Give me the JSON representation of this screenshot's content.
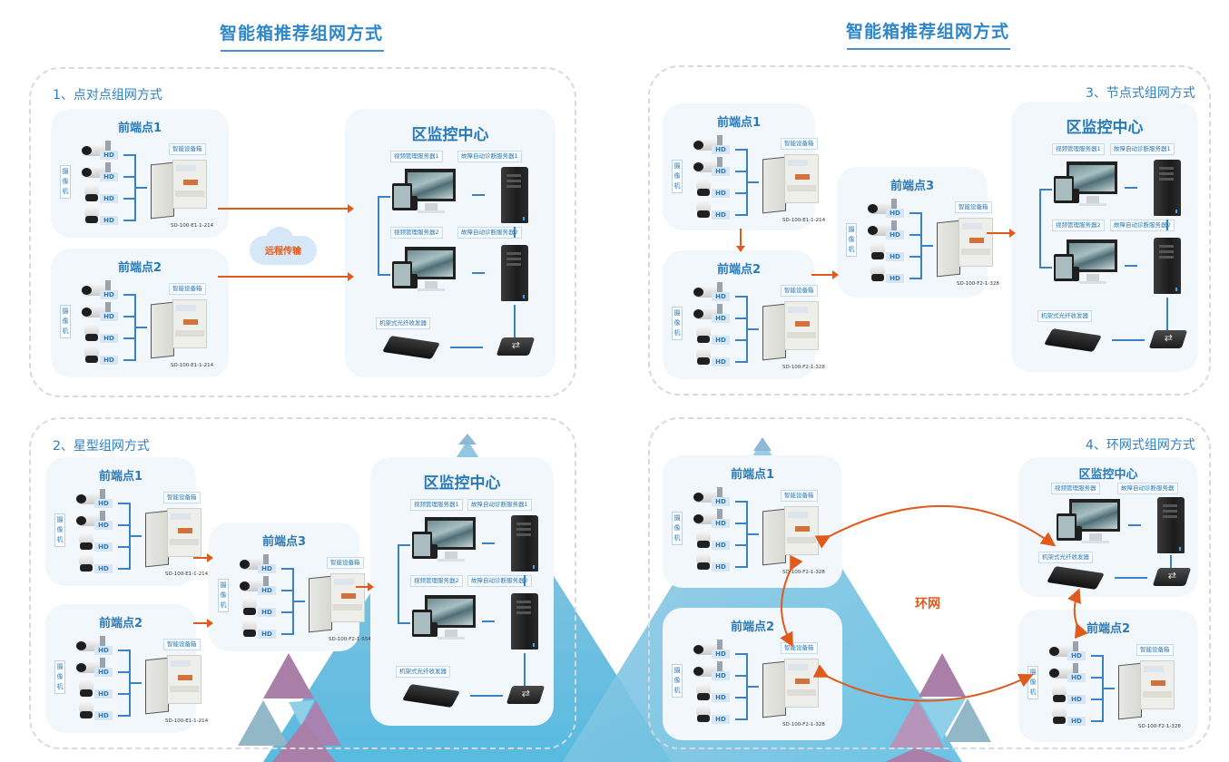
{
  "page": {
    "title_left": "智能箱推荐组网方式",
    "title_right": "智能箱推荐组网方式"
  },
  "labels": {
    "camera_group": "摄像机",
    "hd": "HD",
    "smart_box": "智能设备箱",
    "center": "区监控中心",
    "video_server_1": "视频管理服务器1",
    "video_server_2": "视频管理服务器2",
    "video_server": "视频管理服务器",
    "diag_server_1": "故障自动诊断服务器1",
    "diag_server_2": "故障自动诊断服务器2",
    "diag_server": "故障自动诊断服务器",
    "fiber_transceiver": "机架式光纤收发器"
  },
  "sections": [
    {
      "title": "1、点对点组网方式",
      "front_points": [
        {
          "name": "前端点1",
          "model": "SD-100-E1-1-214"
        },
        {
          "name": "前端点2",
          "model": "SD-100-E1-1-214"
        }
      ],
      "link_label": "远程传输"
    },
    {
      "title": "2、星型组网方式",
      "front_points": [
        {
          "name": "前端点1",
          "model": "SD-100-E1-1-214"
        },
        {
          "name": "前端点2",
          "model": "SD-100-E1-1-214"
        },
        {
          "name": "前端点3",
          "model": "SD-100-F2-1-554"
        }
      ]
    },
    {
      "title": "3、节点式组网方式",
      "front_points": [
        {
          "name": "前端点1",
          "model": "SD-100-E1-1-214"
        },
        {
          "name": "前端点2",
          "model": "SD-100-F2-1-328"
        },
        {
          "name": "前端点3",
          "model": "SD-100-F2-1-328"
        }
      ]
    },
    {
      "title": "4、环网式组网方式",
      "front_points": [
        {
          "name": "前端点1",
          "model": "SD-100-F2-1-328"
        },
        {
          "name": "前端点2",
          "model": "SD-100-F2-1-328"
        },
        {
          "name": "前端点2",
          "model": "SD-100-F2-1-328"
        }
      ],
      "ring_label": "环网"
    }
  ],
  "colors": {
    "accent_blue": "#2a7ab8",
    "arrow_orange": "#e05a1c",
    "card_bg": "#f2f7fc",
    "triangle_purple": "#a97fa8",
    "triangle_blue": "#5bbbe0"
  }
}
